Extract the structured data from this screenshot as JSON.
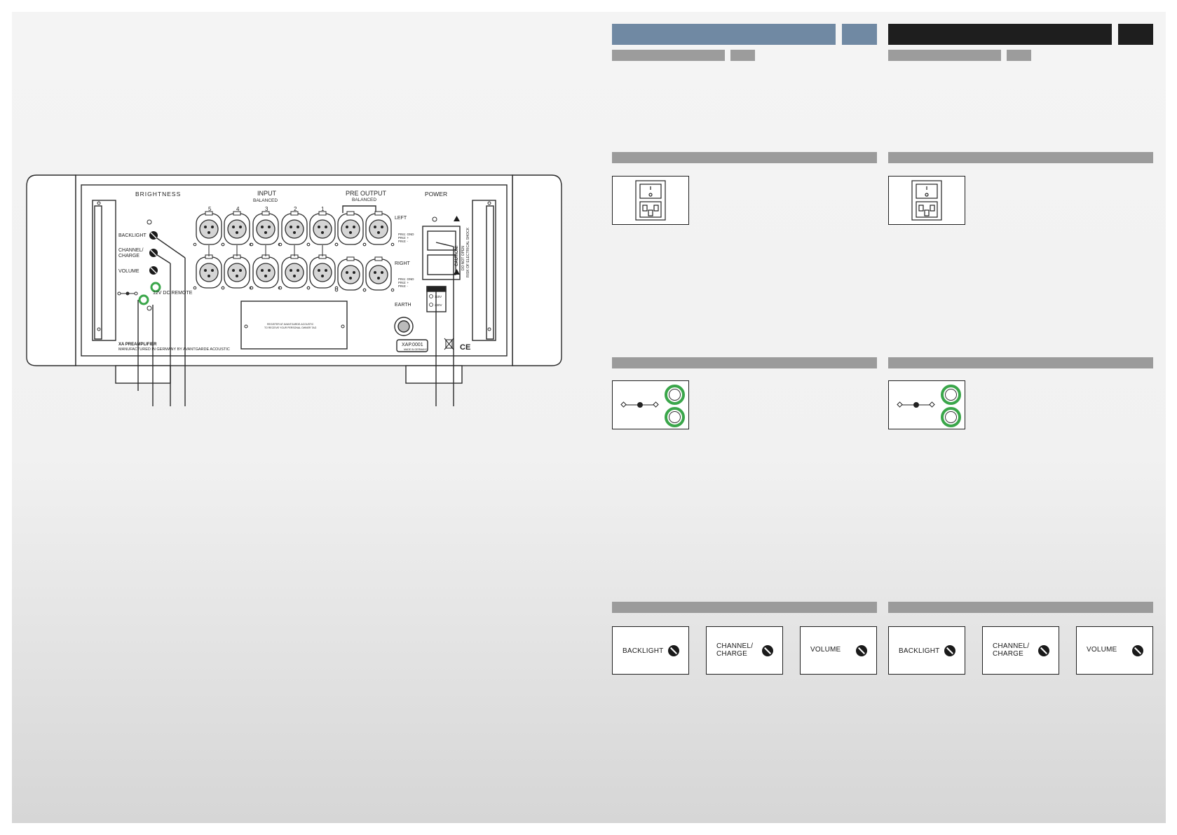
{
  "panel": {
    "title": "BRIGHTNESS",
    "input_title": "INPUT",
    "input_sub": "BALANCED",
    "input_numbers": [
      "5",
      "4",
      "3",
      "2",
      "1"
    ],
    "pre_title": "PRE OUTPUT",
    "pre_sub": "BALANCED",
    "power_title": "POWER",
    "backlight": "BACKLIGHT",
    "channel_1": "CHANNEL/",
    "channel_2": "CHARGE",
    "volume": "VOLUME",
    "remote": "12V DC REMOTE",
    "left": "LEFT",
    "right": "RIGHT",
    "pin1": "PIN1: GND",
    "pin2": "PIN2: +",
    "pin3": "PIN3: -",
    "caution": "CAUTION!",
    "caution_1": "DO NOT OPEN",
    "caution_2": "RISK OF ELECTRICAL SHOCK",
    "v115": "115V",
    "v230": "230V",
    "earth": "EARTH",
    "serial": "XAP.0001",
    "serial_sub": "MADE IN GERMANY",
    "plate_1": "REGISTER AT AVANTGARDE-ACOUSTIC",
    "plate_2": "TO RECEIVE YOUR PERSONAL OWNER TAG",
    "model": "XA PREAMPLIFIER",
    "made_in": "MANUFACTURED IN GERMANY BY AVANTGARDE ACOUSTIC",
    "ce": "CE"
  },
  "columns": [
    {
      "theme": "blue",
      "tiles": {
        "backlight": "BACKLIGHT",
        "channel_1": "CHANNEL/",
        "channel_2": "CHARGE",
        "volume": "VOLUME"
      }
    },
    {
      "theme": "dark",
      "tiles": {
        "backlight": "BACKLIGHT",
        "channel_1": "CHANNEL/",
        "channel_2": "CHARGE",
        "volume": "VOLUME"
      }
    }
  ],
  "colors": {
    "header_blue": "#7089a3",
    "header_dark": "#1e1e1e",
    "section_grey": "#9b9b9b",
    "ring_green": "#3aa64a"
  }
}
